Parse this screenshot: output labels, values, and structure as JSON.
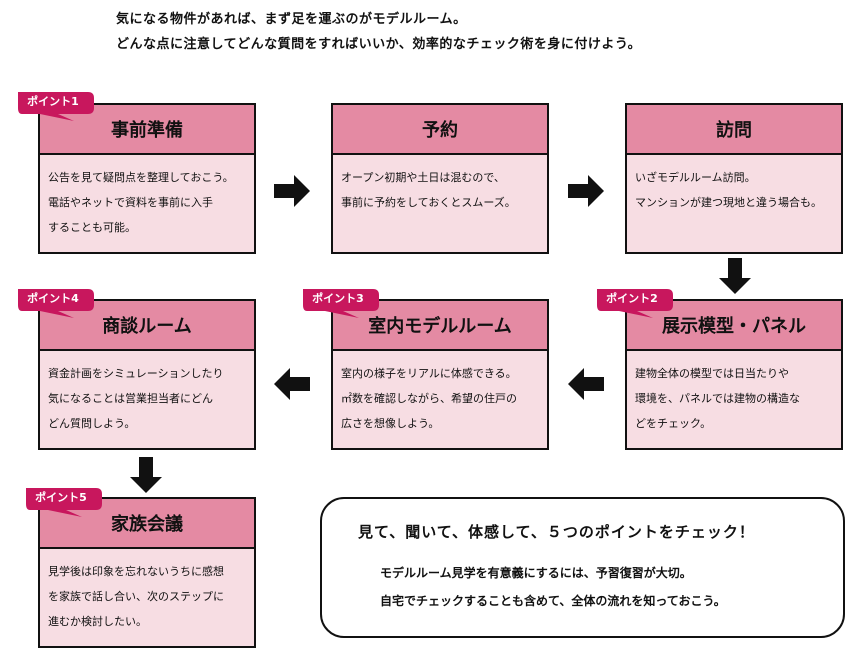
{
  "intro": [
    "気になる物件があれば、まず足を運ぶのがモデルルーム。",
    "どんな点に注意してどんな質問をすればいいか、効率的なチェック術を身に付けよう。"
  ],
  "steps": [
    {
      "title": "事前準備",
      "badge": "ポイント1",
      "lines": [
        "公告を見て疑問点を整理しておこう。",
        "電話やネットで資料を事前に入手",
        "することも可能。"
      ]
    },
    {
      "title": "予約",
      "badge": "",
      "lines": [
        "オープン初期や土日は混むので、",
        "事前に予約をしておくとスムーズ。"
      ]
    },
    {
      "title": "訪問",
      "badge": "",
      "lines": [
        "いざモデルルーム訪問。",
        "マンションが建つ現地と違う場合も。"
      ]
    },
    {
      "title": "展示模型・パネル",
      "badge": "ポイント2",
      "lines": [
        "建物全体の模型では日当たりや",
        "環境を、パネルでは建物の構造な",
        "どをチェック。"
      ]
    },
    {
      "title": "室内モデルルーム",
      "badge": "ポイント3",
      "lines": [
        "室内の様子をリアルに体感できる。",
        "㎡数を確認しながら、希望の住戸の",
        "広さを想像しよう。"
      ]
    },
    {
      "title": "商談ルーム",
      "badge": "ポイント4",
      "lines": [
        "資金計画をシミュレーションしたり",
        "気になることは営業担当者にどん",
        "どん質問しよう。"
      ]
    },
    {
      "title": "家族会議",
      "badge": "ポイント5",
      "lines": [
        "見学後は印象を忘れないうちに感想",
        "を家族で話し合い、次のステップに",
        "進むか検討したい。"
      ]
    }
  ],
  "summary": {
    "title": "見て、聞いて、体感して、５つのポイントをチェック！",
    "lines": [
      "モデルルーム見学を有意義にするには、予習復習が大切。",
      "自宅でチェックすることも含めて、全体の流れを知っておこう。"
    ]
  },
  "colors": {
    "header": "#e48aa3",
    "body": "#f7dde3",
    "badge": "#c8175d"
  },
  "icons": {
    "arrow": "block-arrow-icon"
  }
}
